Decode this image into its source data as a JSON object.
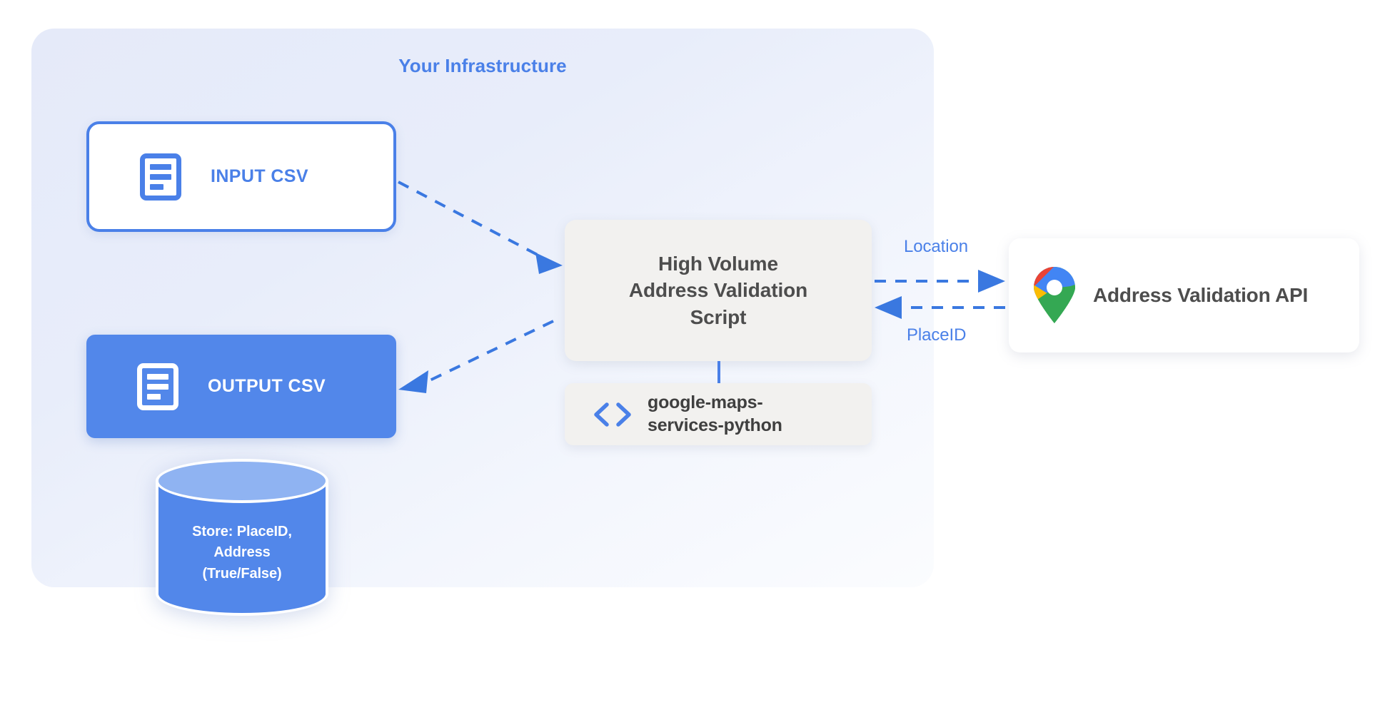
{
  "panel": {
    "title": "Your Infrastructure"
  },
  "nodes": {
    "input_csv": {
      "label": "INPUT CSV",
      "icon": "document-icon"
    },
    "output_csv": {
      "label": "OUTPUT CSV",
      "icon": "document-icon"
    },
    "script": {
      "line1": "High Volume",
      "line2": "Address Validation",
      "line3": "Script"
    },
    "library": {
      "line1": "google-maps-",
      "line2": "services-python",
      "icon": "code-brackets-icon"
    },
    "api": {
      "label": "Address Validation API",
      "icon": "google-maps-pin-icon"
    },
    "database": {
      "line1": "Store: PlaceID,",
      "line2": "Address",
      "line3": "(True/False)",
      "icon": "database-cylinder-icon"
    }
  },
  "edges": {
    "location_label": "Location",
    "placeid_label": "PlaceID"
  },
  "colors": {
    "accent_blue": "#4a80e8",
    "fill_blue": "#5287ea",
    "panel_bg": "#e8edfa",
    "box_gray": "#f2f1ef",
    "text_dark": "#4d4d4d",
    "db_top": "#8fb3f2",
    "pin_blue": "#4285f4",
    "pin_red": "#ea4335",
    "pin_yellow": "#fbbc04",
    "pin_green": "#34a853"
  }
}
